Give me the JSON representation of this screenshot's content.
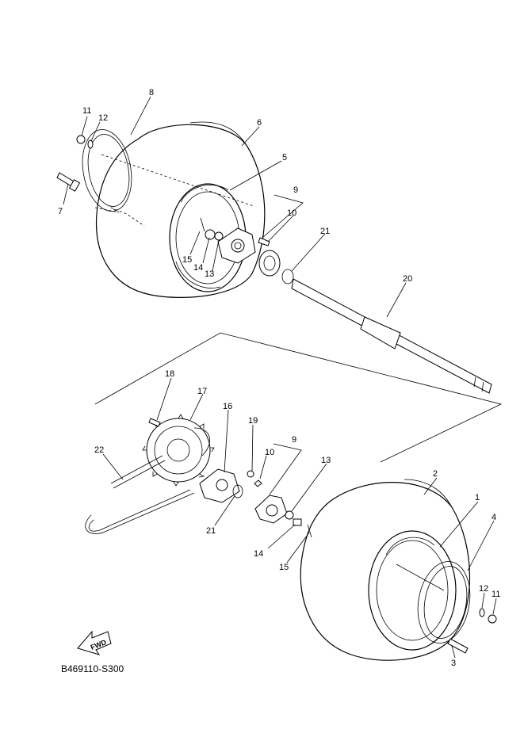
{
  "diagram_code": "B469110-S300",
  "fwd_label": "FWD",
  "callouts": [
    {
      "id": "c1",
      "label": "1"
    },
    {
      "id": "c2",
      "label": "2"
    },
    {
      "id": "c3",
      "label": "3"
    },
    {
      "id": "c4",
      "label": "4"
    },
    {
      "id": "c5",
      "label": "5"
    },
    {
      "id": "c6",
      "label": "6"
    },
    {
      "id": "c7",
      "label": "7"
    },
    {
      "id": "c8",
      "label": "8"
    },
    {
      "id": "c9a",
      "label": "9"
    },
    {
      "id": "c10a",
      "label": "10"
    },
    {
      "id": "c11a",
      "label": "11"
    },
    {
      "id": "c12a",
      "label": "12"
    },
    {
      "id": "c13a",
      "label": "13"
    },
    {
      "id": "c14a",
      "label": "14"
    },
    {
      "id": "c15a",
      "label": "15"
    },
    {
      "id": "c20",
      "label": "20"
    },
    {
      "id": "c21a",
      "label": "21"
    },
    {
      "id": "c18",
      "label": "18"
    },
    {
      "id": "c17",
      "label": "17"
    },
    {
      "id": "c16",
      "label": "16"
    },
    {
      "id": "c19",
      "label": "19"
    },
    {
      "id": "c9b",
      "label": "9"
    },
    {
      "id": "c10b",
      "label": "10"
    },
    {
      "id": "c13b",
      "label": "13"
    },
    {
      "id": "c22",
      "label": "22"
    },
    {
      "id": "c21b",
      "label": "21"
    },
    {
      "id": "c14b",
      "label": "14"
    },
    {
      "id": "c15b",
      "label": "15"
    },
    {
      "id": "c12b",
      "label": "12"
    },
    {
      "id": "c11b",
      "label": "11"
    }
  ]
}
